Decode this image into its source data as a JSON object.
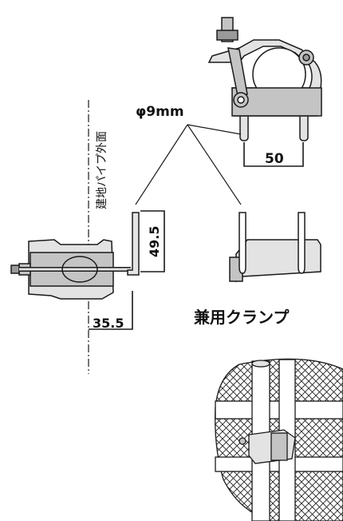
{
  "labels": {
    "rod_diameter": "φ9mm",
    "pin_spacing": "50",
    "hook_height": "49.5",
    "hook_offset": "35.5",
    "clamp_name": "兼用クランプ",
    "pipe_surface": "建地パイプ外面"
  },
  "colors": {
    "line": "#1a1a1a",
    "metal_light": "#e3e3e3",
    "metal_mid": "#c4c4c4",
    "metal_dark": "#9a9a9a",
    "background": "#ffffff"
  }
}
